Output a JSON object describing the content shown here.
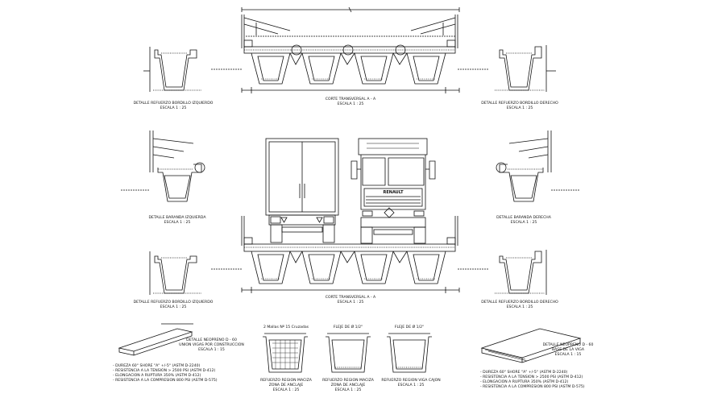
{
  "labels": {
    "top_section_title": "CORTE TRANSVERSAL A - A",
    "top_section_scale": "ESCALA 1 : 25",
    "bottom_section_title": "CORTE TRANSVERSAL A - A",
    "bottom_section_scale": "ESCALA 1 : 25",
    "detail_tl_title": "DETALLE REFUERZO BORDILLO IZQUIERDO",
    "detail_tl_scale": "ESCALA 1 : 25",
    "detail_tr_title": "DETALLE REFUERZO BORDILLO DERECHO",
    "detail_tr_scale": "ESCALA 1 : 25",
    "detail_ml_title": "DETALLE BARANDA IZQUIERDA",
    "detail_ml_scale": "ESCALA 1 : 25",
    "detail_mr_title": "DETALLE BARANDA DERECHA",
    "detail_mr_scale": "ESCALA 1 : 25",
    "detail_bl_title": "DETALLE REFUERZO BORDILLO IZQUIERDO",
    "detail_bl_scale": "ESCALA 1 : 25",
    "detail_br_title": "DETALLE REFUERZO BORDILLO DERECHO",
    "detail_br_scale": "ESCALA 1 : 25",
    "neoprene_left_title": "DETALLE NEOPRENO D - 60",
    "neoprene_left_sub": "UNION VIGAS POR CONSTRUCCION",
    "neoprene_left_scale": "ESCALA 1 : 15",
    "neoprene_right_title": "DETALLE NEOPRENO D - 60",
    "neoprene_right_sub": "BASE DE LA VIGA",
    "neoprene_right_scale": "ESCALA 1 : 15",
    "beam1_top": "2 Mallas Nº 15 Cruzadas",
    "beam1_title": "REFUERZO REGION MACIZA",
    "beam1_sub": "ZONA DE ANCLAJE",
    "beam1_scale": "ESCALA 1 : 25",
    "beam2_top": "FLEJE DE Ø 1/2\"",
    "beam2_title": "REFUERZO REGION MACIZA",
    "beam2_sub": "ZONA DE ANCLAJE",
    "beam2_scale": "ESCALA 1 : 25",
    "beam3_top": "FLEJE DE Ø 1/2\"",
    "beam3_title": "REFUERZO REGION VIGA CAJON",
    "beam3_scale": "ESCALA 1 : 25",
    "truck_brand": "RENAULT"
  },
  "specs_left": [
    "- DUREZA 60° SHORE \"A\" +/-5° (ASTM D-2240)",
    "- RESISTENCIA A LA TENSION > 2500 PSI (ASTM D-412)",
    "- ELONGACION A RUPTURA 350% (ASTM D-412)",
    "- RESISTENCIA A LA COMPRESION 800 PSI (ASTM D-575)"
  ],
  "specs_right": [
    "- DUREZA 60° SHORE \"A\" +/-5° (ASTM D-2240)",
    "- RESISTENCIA A LA TENSION > 2500 PSI (ASTM D-412)",
    "- ELONGACION A RUPTURA 350% (ASTM D-412)",
    "- RESISTENCIA A LA COMPRESION 800 PSI (ASTM D-575)"
  ],
  "colors": {
    "line": "#111111",
    "background": "#ffffff"
  }
}
